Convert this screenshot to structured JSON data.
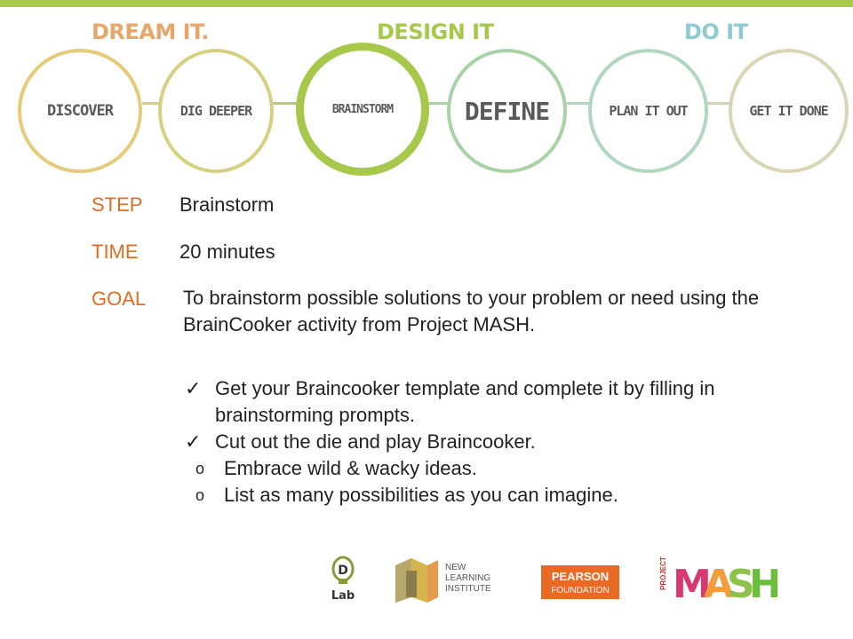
{
  "header": {
    "phases": [
      {
        "label": "DREAM IT.",
        "color": "#e9a66a"
      },
      {
        "label": "DESIGN IT",
        "color": "#a6c94c"
      },
      {
        "label": "DO IT",
        "color": "#8fcbd3"
      }
    ],
    "steps": [
      {
        "label": "DISCOVER",
        "color": "#e5cc7b"
      },
      {
        "label": "DIG DEEPER",
        "color": "#d6d181"
      },
      {
        "label": "BRAINSTORM",
        "color": "#a6c94c"
      },
      {
        "label": "DEFINE",
        "color": "#a9d3a6"
      },
      {
        "label": "PLAN IT OUT",
        "color": "#b1d7c0"
      },
      {
        "label": "GET IT DONE",
        "color": "#d8d6b4"
      }
    ]
  },
  "details": {
    "step_label": "STEP",
    "step_value": "Brainstorm",
    "time_label": "TIME",
    "time_value": "20 minutes",
    "goal_label": "GOAL",
    "goal_text": "To brainstorm possible solutions to your problem or need using the BrainCooker activity from Project MASH.",
    "checklist": [
      {
        "mark": "✓",
        "text": "Get your Braincooker template and complete it by filling in brainstorming prompts."
      },
      {
        "mark": "✓",
        "text": "Cut out the die and play Braincooker."
      }
    ],
    "sub_items": [
      {
        "bullet": "o",
        "text": "Embrace wild & wacky ideas."
      },
      {
        "bullet": "o",
        "text": "List as many possibilities as you can imagine."
      }
    ]
  },
  "logos": {
    "dlab": {
      "superscript": "D",
      "text": "Lab"
    },
    "nli": {
      "line1": "NEW",
      "line2": "LEARNING",
      "line3": "INSTITUTE"
    },
    "pearson": {
      "line1": "PEARSON",
      "line2": "FOUNDATION",
      "color": "#e86a24"
    },
    "mash": {
      "prefix": "PROJECT",
      "letters": [
        "M",
        "A",
        "S",
        "H"
      ]
    }
  }
}
